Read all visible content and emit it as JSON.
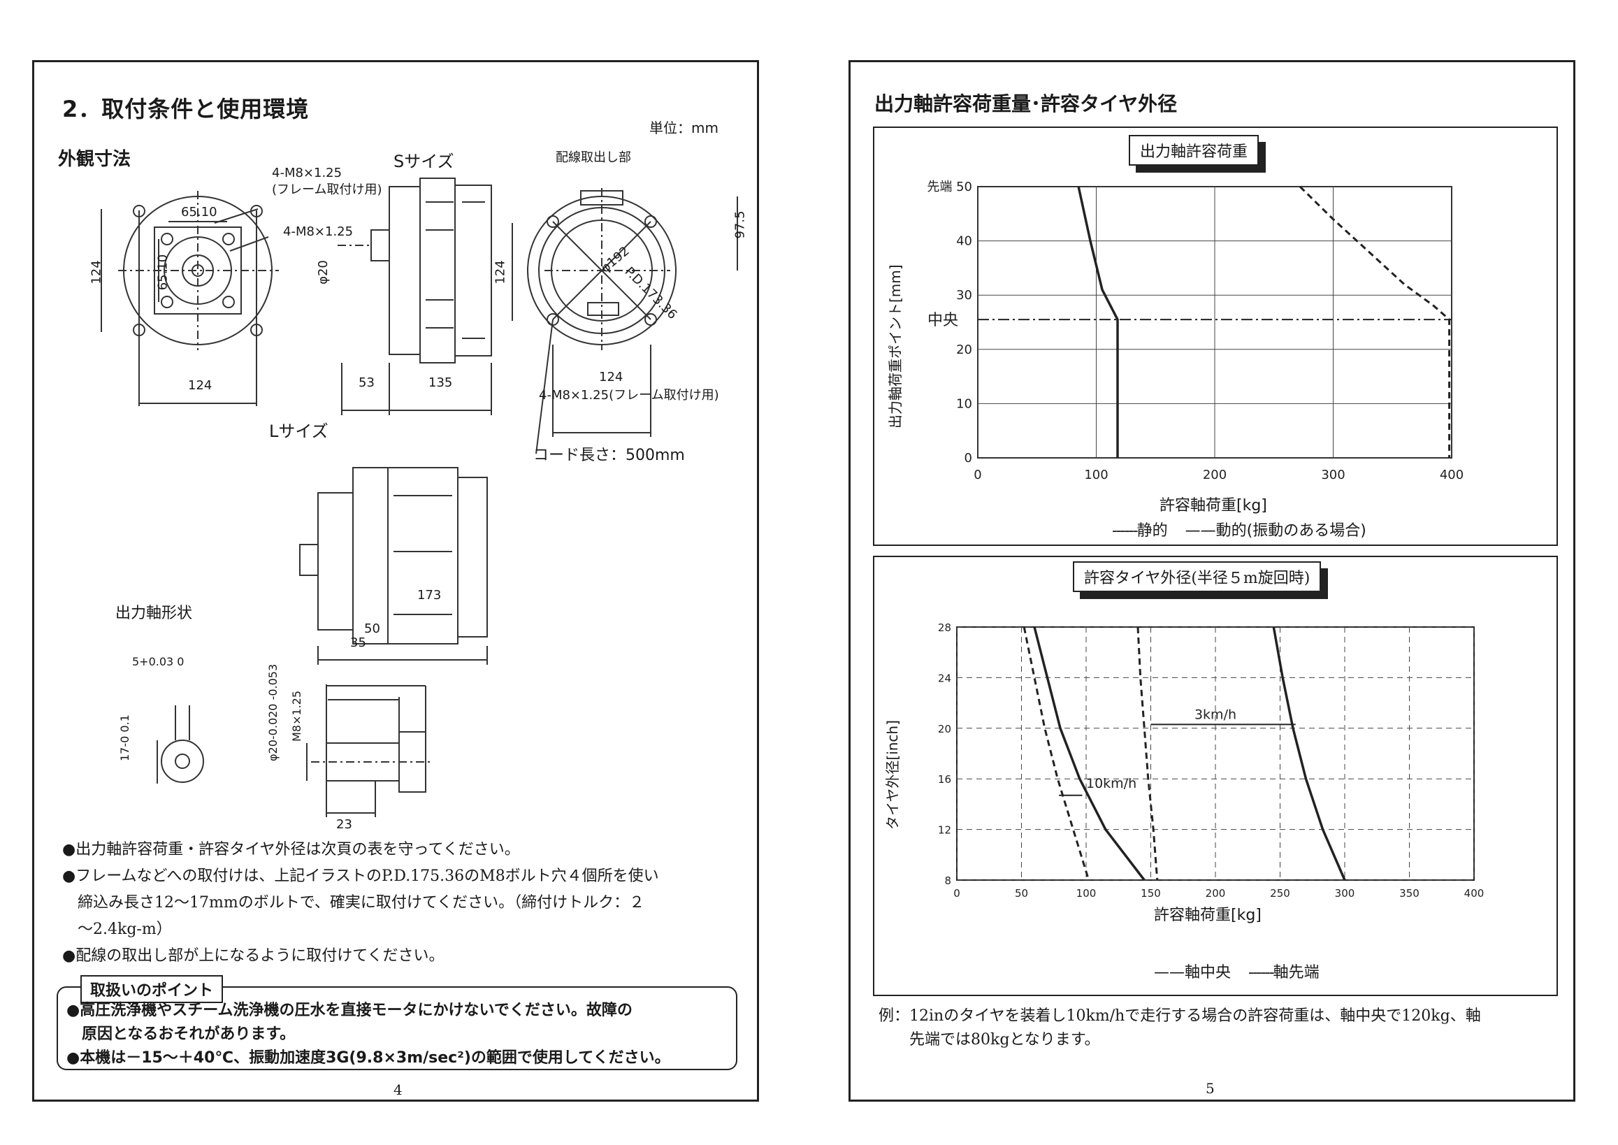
{
  "left_page": {
    "title": "2．取付条件と使用環境",
    "unit": "単位：mm",
    "outline_heading": "外観寸法",
    "s_size": "Sサイズ",
    "l_size": "Lサイズ",
    "callout_front_1": "4-M8×1.25",
    "callout_front_2": "(フレーム取付け用)",
    "callout_front_3": "4-M8×1.25",
    "wiring_outlet": "配線取出し部",
    "dim_65_10_h": "65.10",
    "dim_65_10_v": "65.10",
    "dim_124_left": "124",
    "dim_124_bottom": "124",
    "dim_phi20": "φ20",
    "dim_53": "53",
    "dim_135": "135",
    "dim_124_rear": "124",
    "dim_124_rear_bottom": "124",
    "dim_phi192": "φ192",
    "dim_pd": "P.D.173.36",
    "dim_97_5": "97.5",
    "callout_rear": "4-M8×1.25(フレーム取付け用)",
    "cord_length": "コード長さ：500mm",
    "dim_173": "173",
    "shaft_heading": "出力軸形状",
    "shaft_key": "5+0.03 0",
    "shaft_17": "17-0 0.1",
    "shaft_phi20": "φ20-0.020 -0.053",
    "shaft_m8": "M8×1.25",
    "shaft_50": "50",
    "shaft_35": "35",
    "shaft_23": "23",
    "bullets": [
      "●出力軸許容荷重・許容タイヤ外径は次頁の表を守ってください。",
      "●フレームなどへの取付けは、上記イラストのP.D.175.36のM8ボルト穴４個所を使い",
      "　締込み長さ12～17mmのボルトで、確実に取付けてください。（締付けトルク：２",
      "　～2.4kg-m）",
      "●配線の取出し部が上になるように取付けてください。"
    ],
    "points_title": "取扱いのポイント",
    "points": [
      "●高圧洗浄機やスチーム洗浄機の圧水を直接モータにかけないでください。故障の",
      "　原因となるおそれがあります。",
      "●本機は－15～＋40℃、振動加速度3G(9.8×3m/sec²)の範囲で使用してください。"
    ],
    "page_number": "4"
  },
  "right_page": {
    "title": "出力軸許容荷重量･許容タイヤ外径",
    "example_1": "例：12inのタイヤを装着し10km/hで走行する場合の許容荷重は、軸中央で120kg、軸",
    "example_2": "　　先端では80kgとなります。",
    "page_number": "5"
  },
  "chart_data": [
    {
      "type": "line",
      "title": "出力軸許容荷重",
      "xlabel": "許容軸荷重[kg]",
      "ylabel": "出力軸荷重ポイント[mm]",
      "xlim": [
        0,
        400
      ],
      "ylim": [
        0,
        50
      ],
      "xticks": [
        0,
        100,
        200,
        300,
        400
      ],
      "yticks": [
        0,
        10,
        20,
        30,
        40,
        50
      ],
      "ytick_labels": [
        "0",
        "10",
        "20",
        "30",
        "40",
        "先端 50"
      ],
      "reference_line": {
        "y": 25.5,
        "label": "中央"
      },
      "grid": true,
      "series": [
        {
          "name": "静的",
          "style": "dashed",
          "x": [
            272,
            300,
            330,
            360,
            385,
            398,
            398
          ],
          "y": [
            50,
            44,
            38,
            32,
            28,
            25.5,
            0
          ]
        },
        {
          "name": "動的(振動のある場合)",
          "style": "solid",
          "x": [
            85,
            95,
            105,
            118,
            118
          ],
          "y": [
            50,
            40,
            31,
            25.5,
            0
          ]
        }
      ],
      "legend_static": "静的",
      "legend_dynamic": "動的(振動のある場合)",
      "legend_position": "bottom"
    },
    {
      "type": "line",
      "title": "許容タイヤ外径(半径５m旋回時)",
      "xlabel": "許容軸荷重[kg]",
      "ylabel": "タイヤ外径[inch]",
      "xlim": [
        0,
        400
      ],
      "ylim": [
        8,
        28
      ],
      "xticks": [
        0,
        50,
        100,
        150,
        200,
        250,
        300,
        350,
        400
      ],
      "yticks": [
        8,
        12,
        16,
        20,
        24,
        28
      ],
      "grid": true,
      "series": [
        {
          "name": "軸中央",
          "style": "solid",
          "x": [
            60,
            70,
            80,
            95,
            115,
            145
          ],
          "y": [
            28,
            24,
            20,
            16,
            12,
            8
          ]
        },
        {
          "name": "軸先端",
          "style": "dashed",
          "x": [
            52,
            60,
            68,
            78,
            90,
            102
          ],
          "y": [
            28,
            24,
            20,
            16,
            12,
            8
          ]
        },
        {
          "name": "軸中央",
          "style": "solid",
          "x": [
            245,
            252,
            260,
            270,
            283,
            300
          ],
          "y": [
            28,
            24,
            20,
            16,
            12,
            8
          ]
        },
        {
          "name": "軸先端",
          "style": "dashed",
          "x": [
            140,
            142,
            145,
            148,
            152,
            155
          ],
          "y": [
            28,
            24,
            20,
            16,
            12,
            8
          ]
        }
      ],
      "annotations": [
        "3km/h",
        "10km/h"
      ],
      "legend_center": "軸中央",
      "legend_tip": "軸先端",
      "legend_position": "bottom"
    }
  ]
}
